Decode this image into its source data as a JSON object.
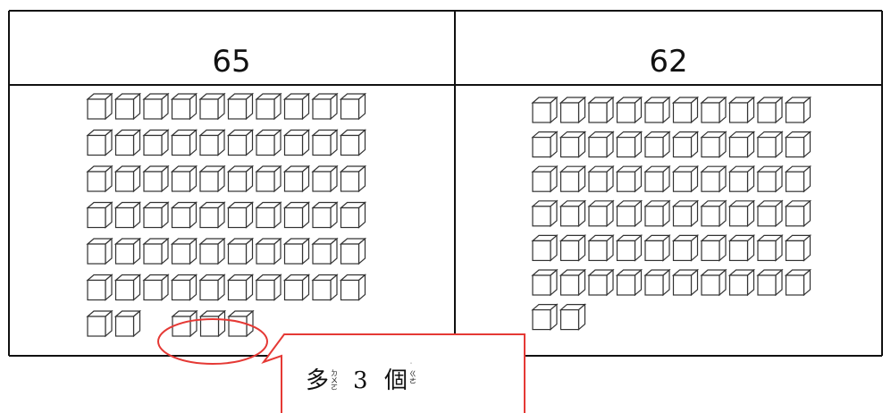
{
  "table": {
    "left_header": "65",
    "right_header": "62"
  },
  "left_blocks": {
    "tens": 6,
    "ones": 5,
    "highlighted_ones": 3
  },
  "right_blocks": {
    "tens": 6,
    "ones": 2
  },
  "callout": {
    "char1": "多",
    "ruby1": [
      "ㄉ",
      "ㄨ",
      "ㄛ"
    ],
    "number": "3",
    "char2": "個",
    "ruby2": [
      "˙",
      "ㄍ",
      "ㄜ"
    ]
  },
  "colors": {
    "highlight": "#e53935",
    "line": "#111111",
    "cube_edge": "#333333"
  }
}
